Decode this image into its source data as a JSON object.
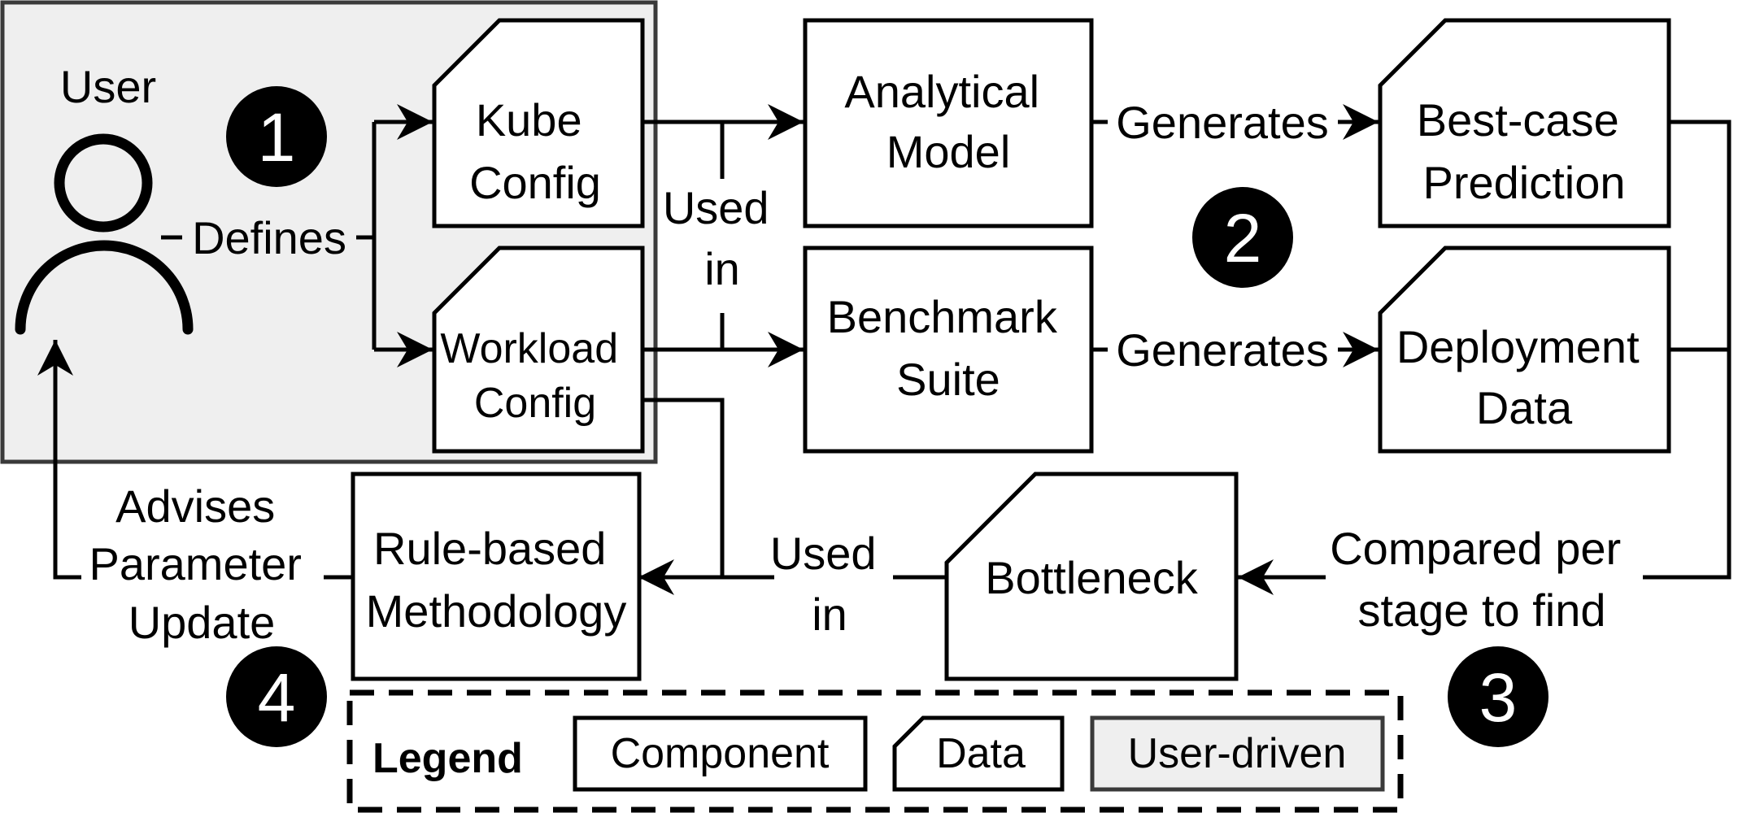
{
  "nodes": {
    "user": "User",
    "kube_config": [
      "Kube",
      "Config"
    ],
    "workload_config": [
      "Workload",
      "Config"
    ],
    "analytical_model": [
      "Analytical",
      "Model"
    ],
    "benchmark_suite": [
      "Benchmark",
      "Suite"
    ],
    "best_case_prediction": [
      "Best-case",
      "Prediction"
    ],
    "deployment_data": [
      "Deployment",
      "Data"
    ],
    "bottleneck": "Bottleneck",
    "rule_based_methodology": [
      "Rule-based",
      "Methodology"
    ]
  },
  "edges": {
    "defines": "Defines",
    "used_in_top": [
      "Used",
      "in"
    ],
    "generates_top": "Generates",
    "generates_bottom": "Generates",
    "compared": [
      "Compared per",
      "stage to find"
    ],
    "used_in_bottom": [
      "Used",
      "in"
    ],
    "advises": [
      "Advises",
      "Parameter",
      "Update"
    ]
  },
  "steps": [
    "1",
    "2",
    "3",
    "4"
  ],
  "legend": {
    "title": "Legend",
    "component": "Component",
    "data": "Data",
    "user_driven": "User-driven"
  },
  "colors": {
    "stroke": "#000000",
    "user_driven_fill": "#efefef",
    "user_driven_border": "#3a3a3a",
    "step_fill": "#000000"
  }
}
